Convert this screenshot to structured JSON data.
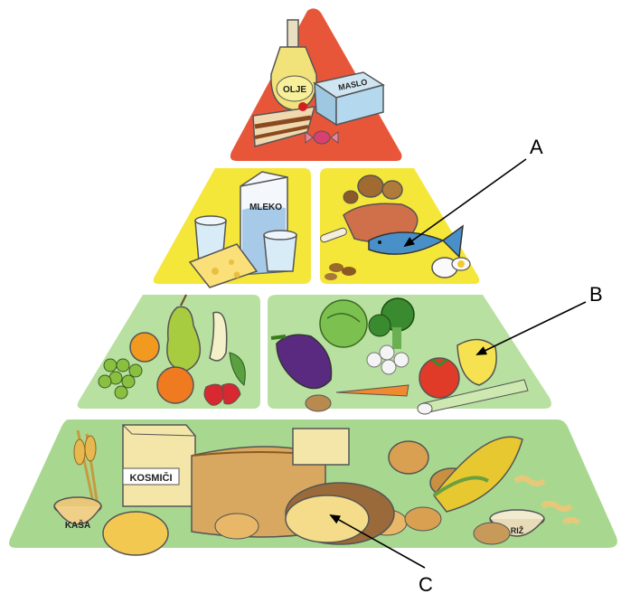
{
  "callouts": {
    "a": "A",
    "b": "B",
    "c": "C"
  },
  "packages": {
    "oil": "OLJE",
    "butter": "MASLO",
    "milk": "MLEKO",
    "oats": "KOSMIČI",
    "porridge": "KAŠA",
    "rice": "RIŽ"
  },
  "colors": {
    "tier_top": "#e8563a",
    "tier_middle": "#f5e63a",
    "tier_lower": "#b8e0a0",
    "tier_base": "#a8d890"
  }
}
